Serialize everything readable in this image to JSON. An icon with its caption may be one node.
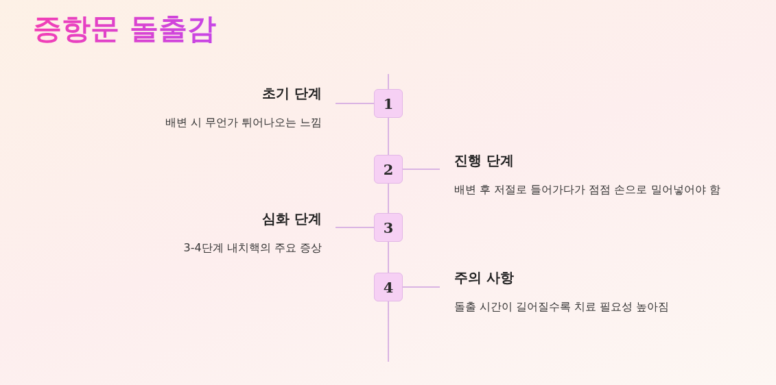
{
  "diagram": {
    "title": "증항문 돌출감",
    "nodes": [
      {
        "text": [
          "초기 단계",
          "배변 시 무언가 튀어나오는 느낌"
        ]
      },
      {
        "text": [
          "1"
        ]
      },
      {
        "text": [
          "2"
        ]
      },
      {
        "text": [
          "진행 단계",
          "배변 후 저절로 들어가다가 점점 손으로 밀어넣어야 함"
        ]
      },
      {
        "text": [
          "심화 단계",
          "3-4단계 내치핵의 주요 증상"
        ]
      },
      {
        "text": [
          "3"
        ]
      },
      {
        "text": [
          "4"
        ]
      },
      {
        "text": [
          "주의 사항",
          "돌출 시간이 길어질수록 치료 필요성 높아짐"
        ]
      }
    ],
    "edges": [
      {
        "from": 1,
        "to": 0,
        "arrow": "none"
      },
      {
        "from": 2,
        "to": 3,
        "arrow": "none"
      },
      {
        "from": 5,
        "to": 4,
        "arrow": "none"
      },
      {
        "from": 6,
        "to": 7,
        "arrow": "none"
      },
      {
        "from": 1,
        "to": 2,
        "arrow": "none"
      },
      {
        "from": 2,
        "to": 5,
        "arrow": "none"
      },
      {
        "from": 5,
        "to": 6,
        "arrow": "none"
      }
    ]
  }
}
